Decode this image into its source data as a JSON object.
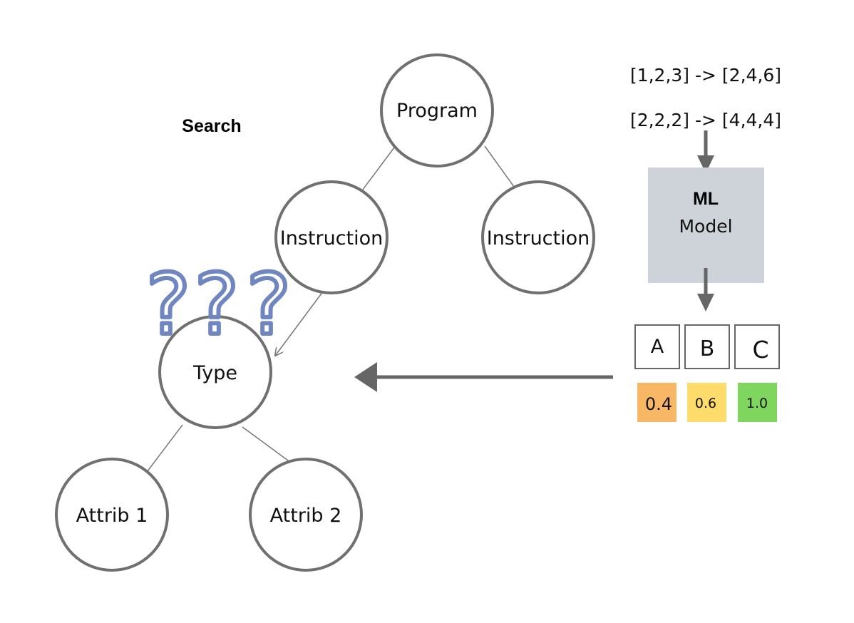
{
  "search_label": "Search",
  "tree": {
    "program": "Program",
    "instruction_left": "Instruction",
    "instruction_right": "Instruction",
    "type": "Type",
    "attrib_1": "Attrib 1",
    "attrib_2": "Attrib 2"
  },
  "question_marks": [
    "?",
    "?",
    "?"
  ],
  "examples": [
    "[1,2,3] -> [2,4,6]",
    "[2,2,2] -> [4,4,4]"
  ],
  "model": {
    "line1": "ML",
    "line2": "Model"
  },
  "choices": [
    "A",
    "B",
    "C"
  ],
  "scores": [
    "0.4",
    "0.6",
    "1.0"
  ],
  "colors": {
    "model_box": "#cdd3d9",
    "score_a": "#f7b765",
    "score_b": "#fddc6b",
    "score_c": "#7ed65e",
    "question_mark": "#6f86c0",
    "node_stroke": "#707070"
  }
}
